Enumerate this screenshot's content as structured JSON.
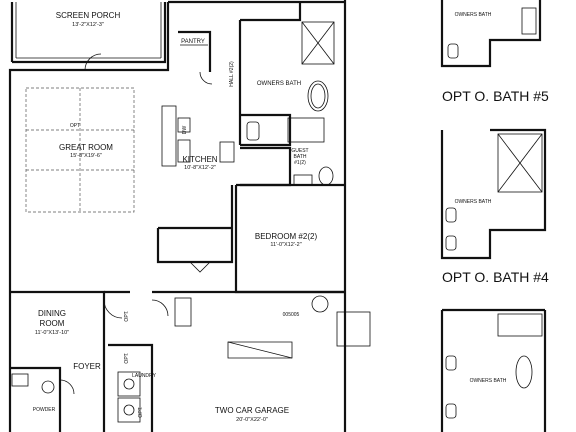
{
  "rooms": {
    "screen_porch": {
      "name": "SCREEN PORCH",
      "dim": "13'-2\"X12'-3\""
    },
    "pantry": "PANTRY",
    "hall": "HALL #2(2)",
    "owners_bath": "OWNERS BATH",
    "opt_ceiling": "OPT",
    "great_room": {
      "name": "GREAT ROOM",
      "dim": "15'-8\"X19'-6\""
    },
    "dw": "DW",
    "guest_bath": {
      "l1": "GUEST",
      "l2": "BATH",
      "l3": "#1(2)"
    },
    "kitchen": {
      "name": "KITCHEN",
      "dim": "10'-8\"X12'-2\""
    },
    "bedroom2": {
      "name": "BEDROOM #2(2)",
      "dim": "11'-0\"X12'-2\""
    },
    "dining_room": {
      "l1": "DINING",
      "l2": "ROOM",
      "dim": "11'-0\"X13'-10\""
    },
    "utility_code": "005005",
    "foyer": "FOYER",
    "laundry": "LAUNDRY",
    "powder": "POWDER",
    "garage": {
      "name": "TWO CAR GARAGE",
      "dim": "20'-0\"X22'-0\""
    },
    "opt_closet": "OPT."
  },
  "options": {
    "owners_bath_label": "OWNERS BATH",
    "opt5_title": "OPT O. BATH #5",
    "opt4_title": "OPT O. BATH #4"
  }
}
